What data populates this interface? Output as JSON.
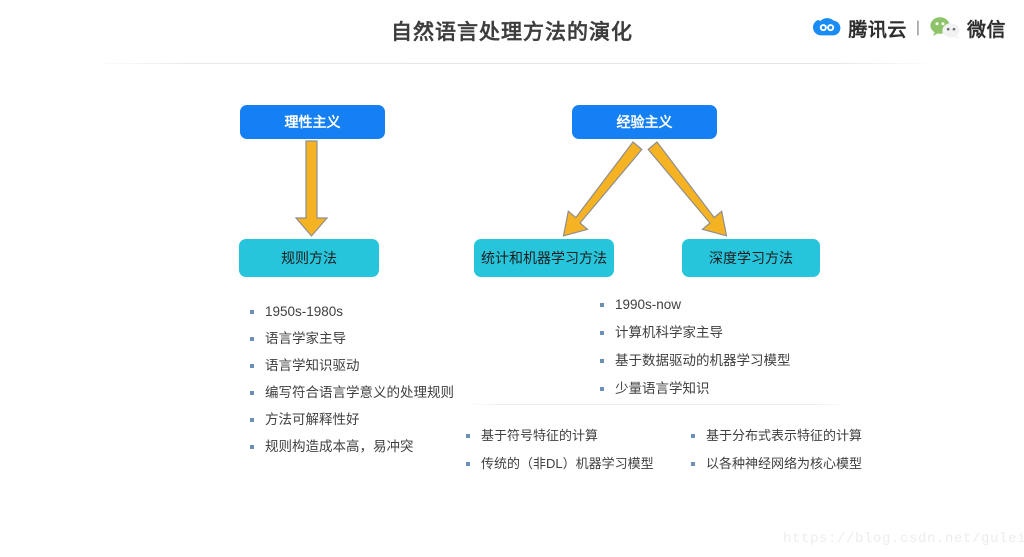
{
  "header": {
    "title": "自然语言处理方法的演化",
    "brand": {
      "tencent_cloud_label": "腾讯云",
      "separator": "|",
      "wechat_label": "微信",
      "cloud_icon": "tencent-cloud-icon",
      "wechat_icon": "wechat-bubbles-icon"
    }
  },
  "diagram": {
    "nodes": {
      "rationalism": "理性主义",
      "empiricism": "经验主义",
      "rule_methods": "规则方法",
      "statistical_ml": "统计和机器学习方法",
      "deep_learning": "深度学习方法"
    },
    "colors": {
      "primary_node": "#1480f3",
      "secondary_node": "#27c5dc",
      "arrow_fill": "#f5b323",
      "arrow_stroke": "#8e8e8e",
      "bullet_marker": "#6b8fb5",
      "text": "#3f3f3f"
    },
    "arrows": [
      {
        "name": "arrow-rationalism-to-rule",
        "from": "rationalism",
        "to": "rule_methods",
        "direction": "down"
      },
      {
        "name": "arrow-empiricism-to-statistical",
        "from": "empiricism",
        "to": "statistical_ml",
        "direction": "down-left"
      },
      {
        "name": "arrow-empiricism-to-deep",
        "from": "empiricism",
        "to": "deep_learning",
        "direction": "down-right"
      }
    ]
  },
  "lists": {
    "rule_methods": [
      "1950s-1980s",
      "语言学家主导",
      "语言学知识驱动",
      "编写符合语言学意义的处理规则",
      "方法可解释性好",
      "规则构造成本高，易冲突"
    ],
    "empirical_main": [
      "1990s-now",
      "计算机科学家主导",
      "基于数据驱动的机器学习模型",
      "少量语言学知识"
    ],
    "statistical_sub": [
      "基于符号特征的计算",
      "传统的（非DL）机器学习模型"
    ],
    "deep_sub": [
      "基于分布式表示特征的计算",
      "以各种神经网络为核心模型"
    ]
  },
  "watermark": "https://blog.csdn.net/guleileo"
}
